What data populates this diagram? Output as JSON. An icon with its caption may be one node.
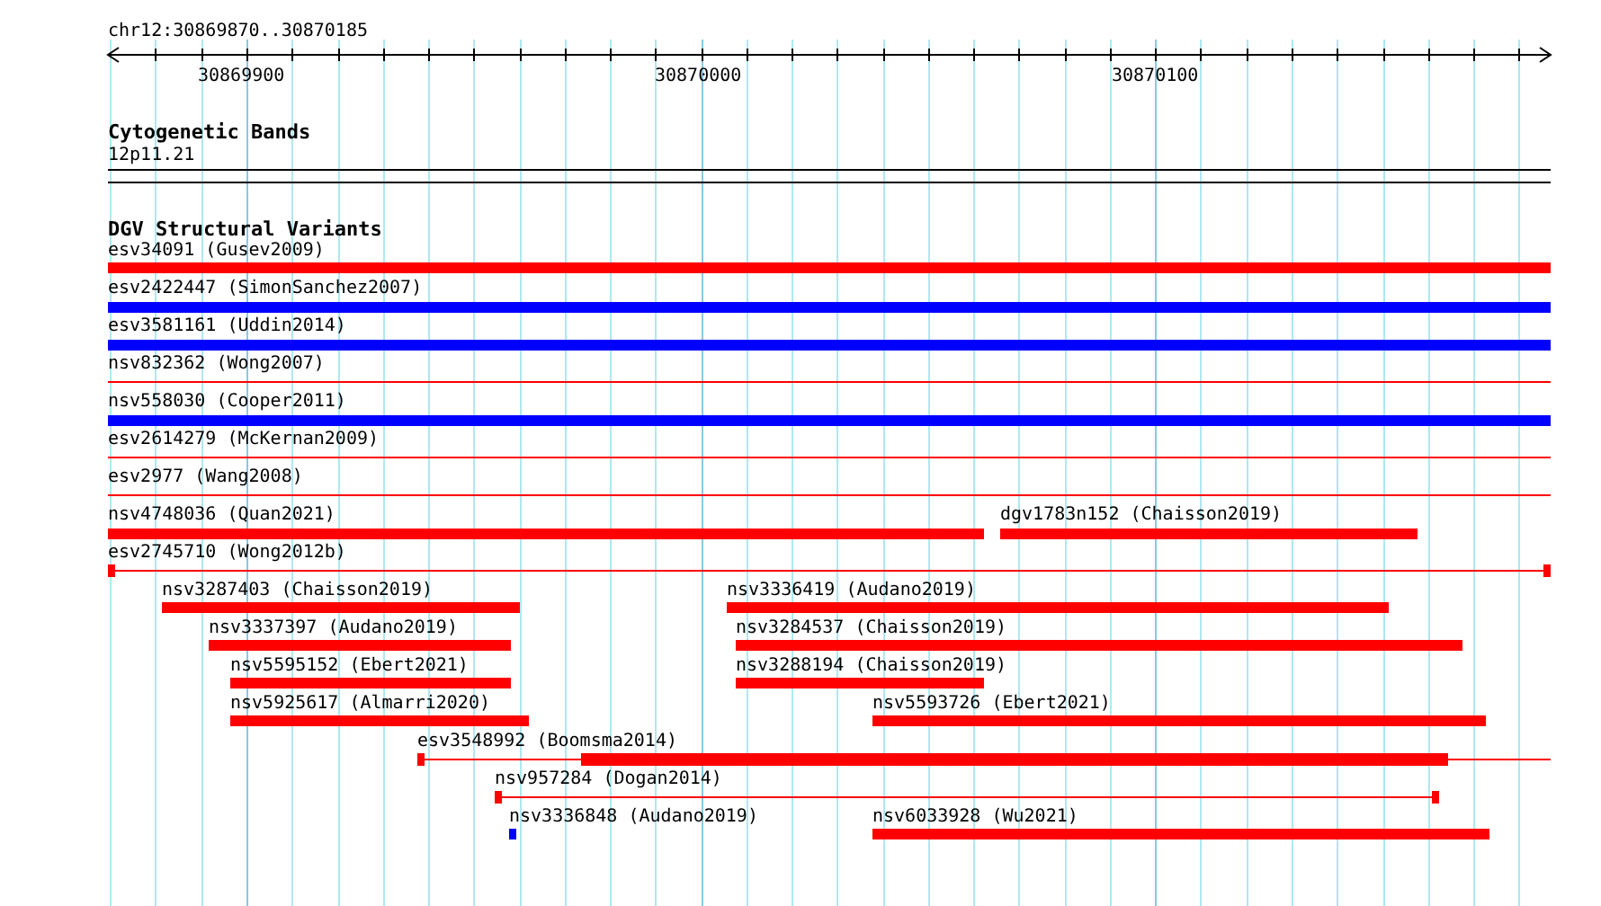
{
  "diagram": {
    "nodes": [
      {
        "text": [
          "esv34091 (Gusev2009)"
        ]
      },
      {
        "text": [
          "esv2422447 (SimonSanchez2007)"
        ]
      },
      {
        "text": [
          "esv3581161 (Uddin2014)"
        ]
      },
      {
        "text": [
          "nsv832362 (Wong2007)"
        ]
      },
      {
        "text": [
          "nsv558030 (Cooper2011)"
        ]
      },
      {
        "text": [
          "esv2614279 (McKernan2009)"
        ]
      },
      {
        "text": [
          "esv2977 (Wang2008)"
        ]
      },
      {
        "text": [
          "nsv4748036 (Quan2021)"
        ]
      },
      {
        "text": [
          "dgv1783n152 (Chaisson2019)"
        ]
      },
      {
        "text": [
          "esv2745710 (Wong2012b)"
        ]
      },
      {
        "text": [
          "nsv3287403 (Chaisson2019)"
        ]
      },
      {
        "text": [
          "nsv3336419 (Audano2019)"
        ]
      },
      {
        "text": [
          "nsv3337397 (Audano2019)"
        ]
      },
      {
        "text": [
          "nsv3284537 (Chaisson2019)"
        ]
      },
      {
        "text": [
          "nsv5595152 (Ebert2021)"
        ]
      },
      {
        "text": [
          "nsv3288194 (Chaisson2019)"
        ]
      },
      {
        "text": [
          "nsv5925617 (Almarri2020)"
        ]
      },
      {
        "text": [
          "nsv5593726 (Ebert2021)"
        ]
      },
      {
        "text": [
          "esv3548992 (Boomsma2014)"
        ]
      },
      {
        "text": [
          "nsv957284 (Dogan2014)"
        ]
      },
      {
        "text": [
          "nsv3336848 (Audano2019)"
        ]
      },
      {
        "text": [
          "nsv6033928 (Wu2021)"
        ]
      }
    ],
    "labels": [
      "chr12:30869870..30870185",
      "30869900",
      "30870000",
      "30870100",
      "Cytogenetic Bands",
      "12p11.21",
      "DGV Structural Variants"
    ]
  }
}
